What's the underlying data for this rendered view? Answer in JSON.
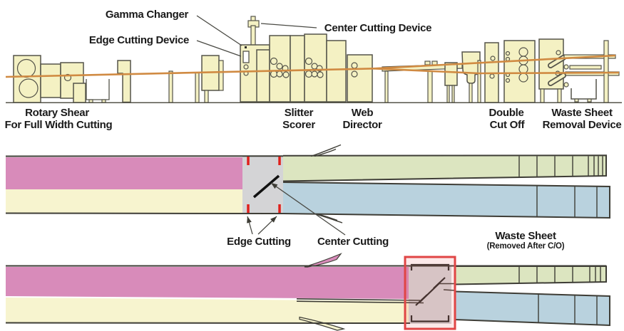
{
  "colors": {
    "machine_fill": "#f4f1c3",
    "machine_stroke": "#55544a",
    "web_line_orange": "#d08a42",
    "pink_sheet": "#d88bba",
    "yellow_sheet": "#f7f4cf",
    "green_sheet": "#dce5c0",
    "blue_sheet": "#b9d2de",
    "cut_zone_gray": "#d4d4d6",
    "cut_mark_red": "#e0201c",
    "highlight_box_red": "#e04545",
    "text": "#1a1a1a"
  },
  "top_diagram": {
    "callouts": {
      "gamma_changer": "Gamma Changer",
      "edge_cutting_device": "Edge Cutting Device",
      "center_cutting_device": "Center Cutting Device"
    },
    "stations": {
      "rotary_shear": {
        "line1": "Rotary Shear",
        "line2": "For Full Width Cutting"
      },
      "slitter_scorer": {
        "line1": "Slitter",
        "line2": "Scorer"
      },
      "web_director": {
        "line1": "Web",
        "line2": "Director"
      },
      "double_cut_off": {
        "line1": "Double",
        "line2": "Cut Off"
      },
      "waste_sheet_removal": {
        "line1": "Waste Sheet",
        "line2": "Removal Device"
      }
    }
  },
  "sheet_diagrams": {
    "edge_cutting_label": "Edge Cutting",
    "center_cutting_label": "Center Cutting",
    "waste_sheet_label": "Waste Sheet",
    "waste_sheet_note": "(Removed After C/O)"
  }
}
